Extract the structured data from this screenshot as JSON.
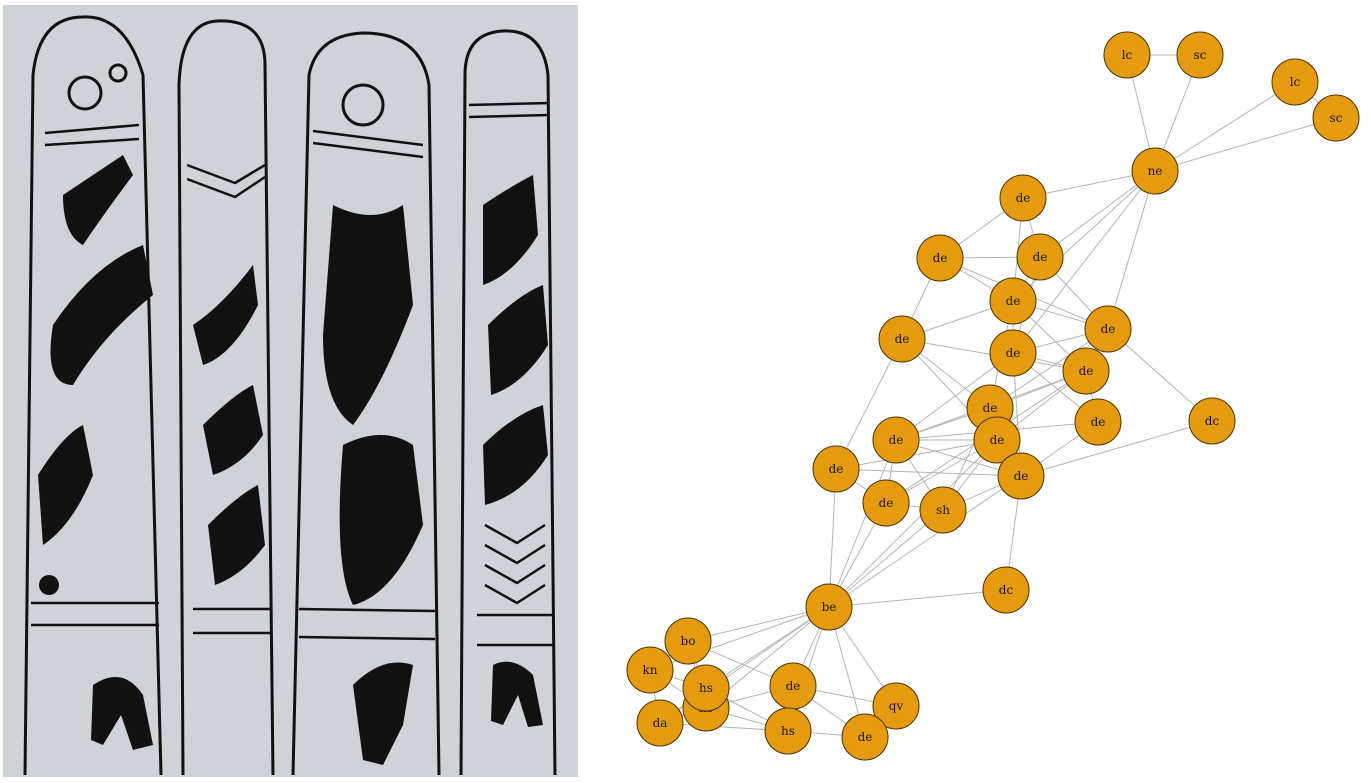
{
  "image": {
    "subject": "",
    "panels": [
      "stele-drawings",
      "network-graph"
    ]
  },
  "graph": {
    "node_color": "#e49b0f",
    "edge_color": "#b5b5b5",
    "nodes": [
      {
        "id": "lc1",
        "label": "lc"
      },
      {
        "id": "sc1",
        "label": "sc"
      },
      {
        "id": "lc2",
        "label": "lc"
      },
      {
        "id": "sc2",
        "label": "sc"
      },
      {
        "id": "ne",
        "label": "ne"
      },
      {
        "id": "de1",
        "label": "de"
      },
      {
        "id": "de2",
        "label": "de"
      },
      {
        "id": "de3",
        "label": "de"
      },
      {
        "id": "de4",
        "label": "de"
      },
      {
        "id": "de5",
        "label": "de"
      },
      {
        "id": "de6",
        "label": "de"
      },
      {
        "id": "de7",
        "label": "de"
      },
      {
        "id": "de8",
        "label": "de"
      },
      {
        "id": "de9",
        "label": "de"
      },
      {
        "id": "de10",
        "label": "de"
      },
      {
        "id": "dc1",
        "label": "dc"
      },
      {
        "id": "de11",
        "label": "de"
      },
      {
        "id": "de12",
        "label": "de"
      },
      {
        "id": "de13",
        "label": "de"
      },
      {
        "id": "de14",
        "label": "de"
      },
      {
        "id": "de15",
        "label": "de"
      },
      {
        "id": "sh",
        "label": "sh"
      },
      {
        "id": "dc2",
        "label": "dc"
      },
      {
        "id": "be",
        "label": "be"
      },
      {
        "id": "bo",
        "label": "bo"
      },
      {
        "id": "kn",
        "label": "kn"
      },
      {
        "id": "hs2",
        "label": "hs"
      },
      {
        "id": "hs1",
        "label": "hs"
      },
      {
        "id": "da",
        "label": "da"
      },
      {
        "id": "de16",
        "label": "de"
      },
      {
        "id": "qv",
        "label": "qv"
      },
      {
        "id": "hs3",
        "label": "hs"
      },
      {
        "id": "de17",
        "label": "de"
      }
    ],
    "edges": [
      [
        "lc1",
        "sc1"
      ],
      [
        "lc1",
        "ne"
      ],
      [
        "sc1",
        "ne"
      ],
      [
        "lc2",
        "sc2"
      ],
      [
        "lc2",
        "ne"
      ],
      [
        "sc2",
        "ne"
      ],
      [
        "ne",
        "de1"
      ],
      [
        "ne",
        "de3"
      ],
      [
        "ne",
        "de5"
      ],
      [
        "ne",
        "de7"
      ],
      [
        "ne",
        "de4"
      ],
      [
        "de1",
        "de2"
      ],
      [
        "de1",
        "de3"
      ],
      [
        "de1",
        "de4"
      ],
      [
        "de2",
        "de3"
      ],
      [
        "de2",
        "de4"
      ],
      [
        "de2",
        "de6"
      ],
      [
        "de2",
        "de5"
      ],
      [
        "de3",
        "de4"
      ],
      [
        "de3",
        "de5"
      ],
      [
        "de3",
        "de7"
      ],
      [
        "de4",
        "de6"
      ],
      [
        "de4",
        "de5"
      ],
      [
        "de4",
        "de9"
      ],
      [
        "de4",
        "de8"
      ],
      [
        "de4",
        "de7"
      ],
      [
        "de5",
        "de7"
      ],
      [
        "de5",
        "dc1"
      ],
      [
        "de5",
        "de9"
      ],
      [
        "de6",
        "de12"
      ],
      [
        "de6",
        "de13"
      ],
      [
        "de6",
        "de8"
      ],
      [
        "de6",
        "de9"
      ],
      [
        "de7",
        "de10"
      ],
      [
        "de7",
        "de11"
      ],
      [
        "de7",
        "de8"
      ],
      [
        "de7",
        "de15"
      ],
      [
        "de8",
        "de10"
      ],
      [
        "de8",
        "de12"
      ],
      [
        "de8",
        "de14"
      ],
      [
        "de8",
        "de11"
      ],
      [
        "de8",
        "de9"
      ],
      [
        "de9",
        "de15"
      ],
      [
        "de9",
        "de11"
      ],
      [
        "de9",
        "de12"
      ],
      [
        "de9",
        "sh"
      ],
      [
        "de10",
        "de15"
      ],
      [
        "de10",
        "de11"
      ],
      [
        "de11",
        "de12"
      ],
      [
        "de11",
        "sh"
      ],
      [
        "de11",
        "de15"
      ],
      [
        "de11",
        "de14"
      ],
      [
        "de12",
        "de14"
      ],
      [
        "de12",
        "de15"
      ],
      [
        "de12",
        "de13"
      ],
      [
        "de12",
        "sh"
      ],
      [
        "de13",
        "de14"
      ],
      [
        "de13",
        "be"
      ],
      [
        "de13",
        "de15"
      ],
      [
        "de14",
        "sh"
      ],
      [
        "de14",
        "be"
      ],
      [
        "de15",
        "sh"
      ],
      [
        "de15",
        "dc1"
      ],
      [
        "de15",
        "dc2"
      ],
      [
        "de15",
        "be"
      ],
      [
        "sh",
        "be"
      ],
      [
        "de11",
        "be"
      ],
      [
        "de12",
        "be"
      ],
      [
        "be",
        "dc2"
      ],
      [
        "be",
        "bo"
      ],
      [
        "be",
        "kn"
      ],
      [
        "be",
        "hs2"
      ],
      [
        "be",
        "hs1"
      ],
      [
        "be",
        "da"
      ],
      [
        "be",
        "de16"
      ],
      [
        "be",
        "qv"
      ],
      [
        "be",
        "hs3"
      ],
      [
        "be",
        "de17"
      ],
      [
        "bo",
        "kn"
      ],
      [
        "bo",
        "hs2"
      ],
      [
        "bo",
        "hs1"
      ],
      [
        "bo",
        "de16"
      ],
      [
        "kn",
        "hs2"
      ],
      [
        "kn",
        "hs1"
      ],
      [
        "kn",
        "da"
      ],
      [
        "hs2",
        "hs1"
      ],
      [
        "hs2",
        "da"
      ],
      [
        "hs2",
        "de16"
      ],
      [
        "hs2",
        "hs3"
      ],
      [
        "hs1",
        "da"
      ],
      [
        "hs1",
        "hs3"
      ],
      [
        "da",
        "hs3"
      ],
      [
        "de16",
        "hs3"
      ],
      [
        "de16",
        "de17"
      ],
      [
        "de16",
        "qv"
      ],
      [
        "hs3",
        "de17"
      ],
      [
        "de17",
        "qv"
      ]
    ]
  }
}
